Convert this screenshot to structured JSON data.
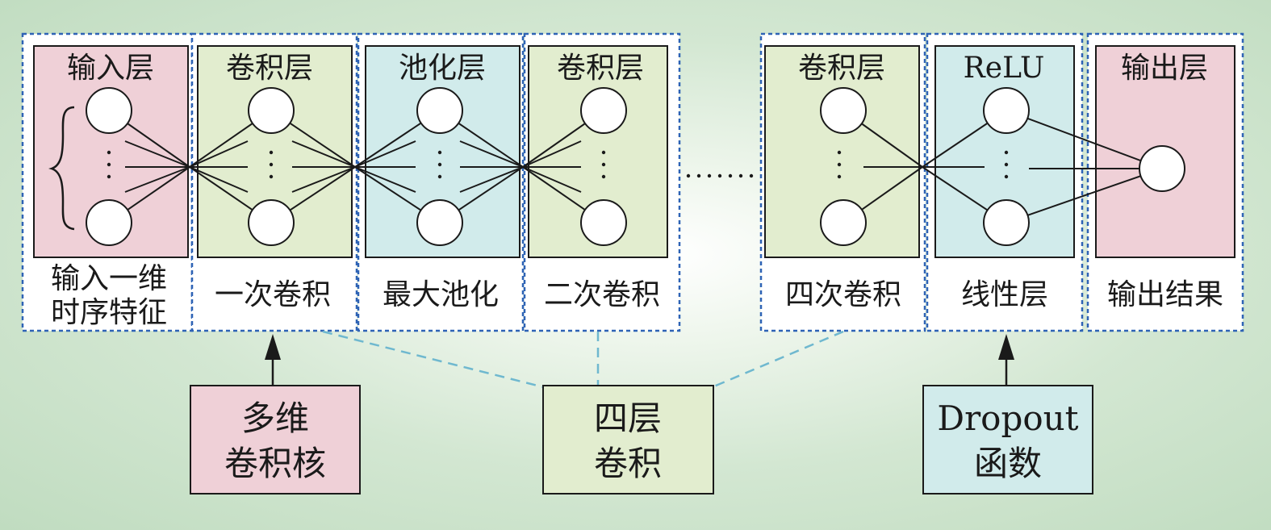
{
  "colors": {
    "pink": "#efd0d7",
    "green": "#e2edcf",
    "cyan": "#d1ebeb",
    "dash_blue": "#2e63b5",
    "connector": "#6fb8cf"
  },
  "layers": [
    {
      "id": "input",
      "title": "输入层",
      "caption_lines": [
        "输入一维",
        "时序特征"
      ],
      "color": "pink"
    },
    {
      "id": "conv1",
      "title": "卷积层",
      "caption_lines": [
        "一次卷积"
      ],
      "color": "green"
    },
    {
      "id": "pool",
      "title": "池化层",
      "caption_lines": [
        "最大池化"
      ],
      "color": "cyan"
    },
    {
      "id": "conv2",
      "title": "卷积层",
      "caption_lines": [
        "二次卷积"
      ],
      "color": "green"
    },
    {
      "id": "conv4",
      "title": "卷积层",
      "caption_lines": [
        "四次卷积"
      ],
      "color": "green"
    },
    {
      "id": "relu",
      "title": "ReLU",
      "caption_lines": [
        "线性层"
      ],
      "color": "cyan"
    },
    {
      "id": "output",
      "title": "输出层",
      "caption_lines": [
        "输出结果"
      ],
      "color": "pink"
    }
  ],
  "bottom_boxes": [
    {
      "id": "kernel",
      "lines": [
        "多维",
        "卷积核"
      ],
      "color": "pink"
    },
    {
      "id": "four-conv",
      "lines": [
        "四层",
        "卷积"
      ],
      "color": "green"
    },
    {
      "id": "dropout",
      "lines": [
        "Dropout",
        "函数"
      ],
      "color": "cyan"
    }
  ]
}
